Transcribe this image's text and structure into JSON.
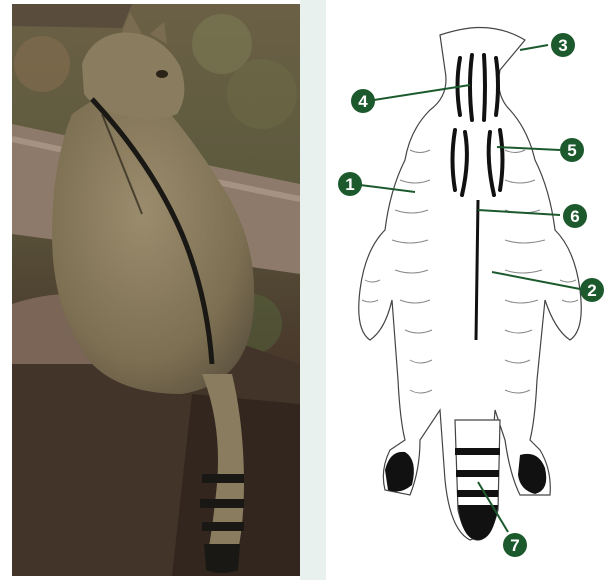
{
  "markers": [
    {
      "number": "1",
      "part": "fur"
    },
    {
      "number": "2",
      "part": "flank-stripes"
    },
    {
      "number": "3",
      "part": "ears"
    },
    {
      "number": "4",
      "part": "neck-stripes"
    },
    {
      "number": "5",
      "part": "shoulder-stripes"
    },
    {
      "number": "6",
      "part": "dorsal-stripe"
    },
    {
      "number": "7",
      "part": "tail-rings"
    }
  ],
  "colors": {
    "marker_fill": "#1c5a2d",
    "line": "#1c5a2d",
    "photo_fur": "#8a7c5e",
    "stripe": "#1a1814"
  }
}
